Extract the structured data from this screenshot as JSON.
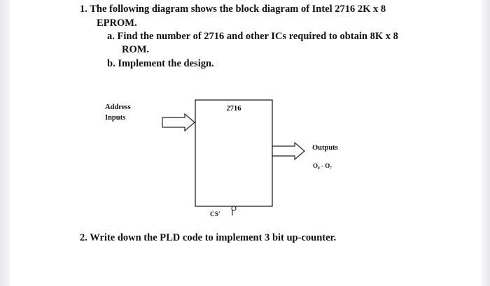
{
  "questions": {
    "q1": {
      "line1": "1. The following diagram shows the block diagram of Intel 2716 2K x 8",
      "line2": "EPROM.",
      "a_line1": "a.  Find the number of 2716 and other ICs required to obtain 8K x 8",
      "a_line2": "ROM.",
      "b_line1": "b.  Implement the design."
    },
    "q2": {
      "line1": "2. Write down the PLD code to implement 3 bit up-counter."
    }
  },
  "diagram": {
    "chip_label": "2716",
    "address_label_1": "Address",
    "address_label_2": "Inputs",
    "outputs_label": "Outputs",
    "outputs_range": "O₀ - O₇",
    "chip_select_label": "CS'"
  }
}
